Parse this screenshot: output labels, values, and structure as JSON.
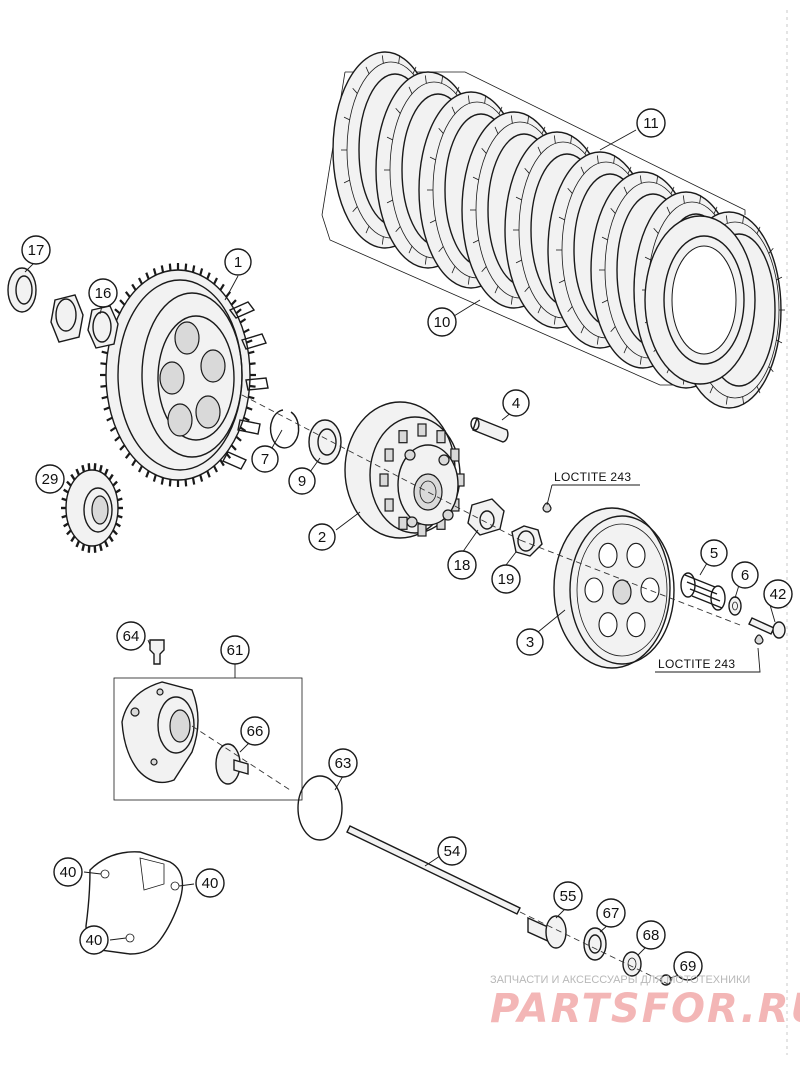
{
  "diagram": {
    "callouts": [
      {
        "id": "c1",
        "label": "1"
      },
      {
        "id": "c2",
        "label": "2"
      },
      {
        "id": "c3",
        "label": "3"
      },
      {
        "id": "c4",
        "label": "4"
      },
      {
        "id": "c5",
        "label": "5"
      },
      {
        "id": "c6",
        "label": "6"
      },
      {
        "id": "c7",
        "label": "7"
      },
      {
        "id": "c9",
        "label": "9"
      },
      {
        "id": "c10",
        "label": "10"
      },
      {
        "id": "c11",
        "label": "11"
      },
      {
        "id": "c16",
        "label": "16"
      },
      {
        "id": "c17",
        "label": "17"
      },
      {
        "id": "c18",
        "label": "18"
      },
      {
        "id": "c19",
        "label": "19"
      },
      {
        "id": "c29",
        "label": "29"
      },
      {
        "id": "c42",
        "label": "42"
      },
      {
        "id": "c54",
        "label": "54"
      },
      {
        "id": "c55",
        "label": "55"
      },
      {
        "id": "c61",
        "label": "61"
      },
      {
        "id": "c63",
        "label": "63"
      },
      {
        "id": "c64",
        "label": "64"
      },
      {
        "id": "c66",
        "label": "66"
      },
      {
        "id": "c67",
        "label": "67"
      },
      {
        "id": "c68",
        "label": "68"
      },
      {
        "id": "c69",
        "label": "69"
      },
      {
        "id": "c40a",
        "label": "40"
      },
      {
        "id": "c40b",
        "label": "40"
      },
      {
        "id": "c40c",
        "label": "40"
      }
    ],
    "annotations": {
      "loctite_top": "LOCTITE 243",
      "loctite_bottom": "LOCTITE 243"
    }
  },
  "watermark": {
    "subtitle": "ЗАПЧАСТИ И АКСЕССУАРЫ ДЛЯ МОТОТЕХНИКИ",
    "brand": "PARTSFOR.RU"
  }
}
